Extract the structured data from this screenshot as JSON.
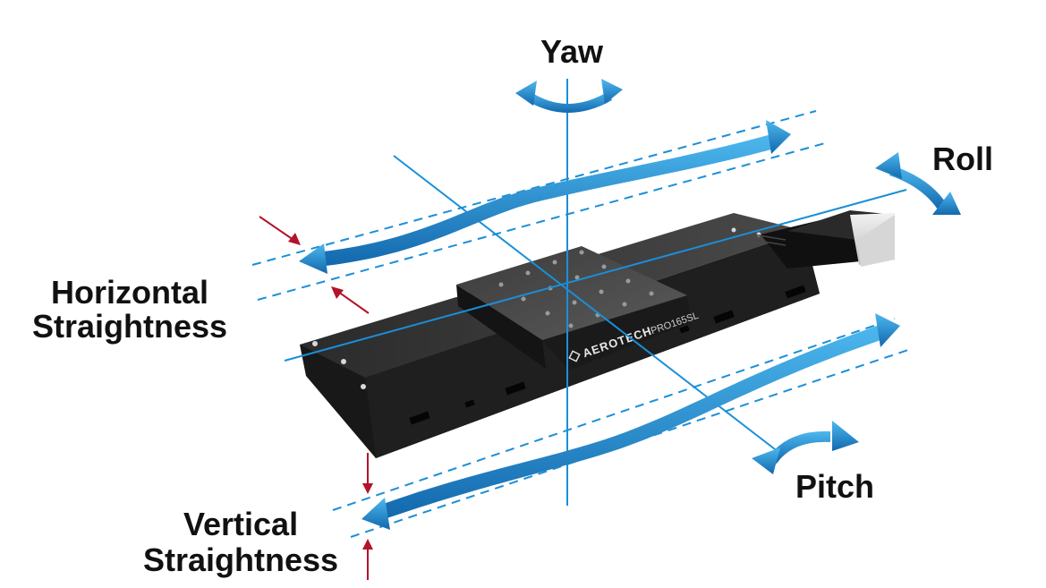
{
  "labels": {
    "yaw": "Yaw",
    "roll": "Roll",
    "pitch": "Pitch",
    "horizontal_straightness": [
      "Horizontal",
      "Straightness"
    ],
    "vertical_straightness": [
      "Vertical",
      "Straightness"
    ]
  },
  "stage": {
    "brand": "AEROTECH",
    "model": "PRO165SL"
  },
  "colors": {
    "axis_line": "#1a8fd8",
    "arrow_blue": "#1479c4",
    "arrow_light": "#49b4ec",
    "indicator_red": "#b3142a",
    "stage_body": "#1b1b1b"
  }
}
